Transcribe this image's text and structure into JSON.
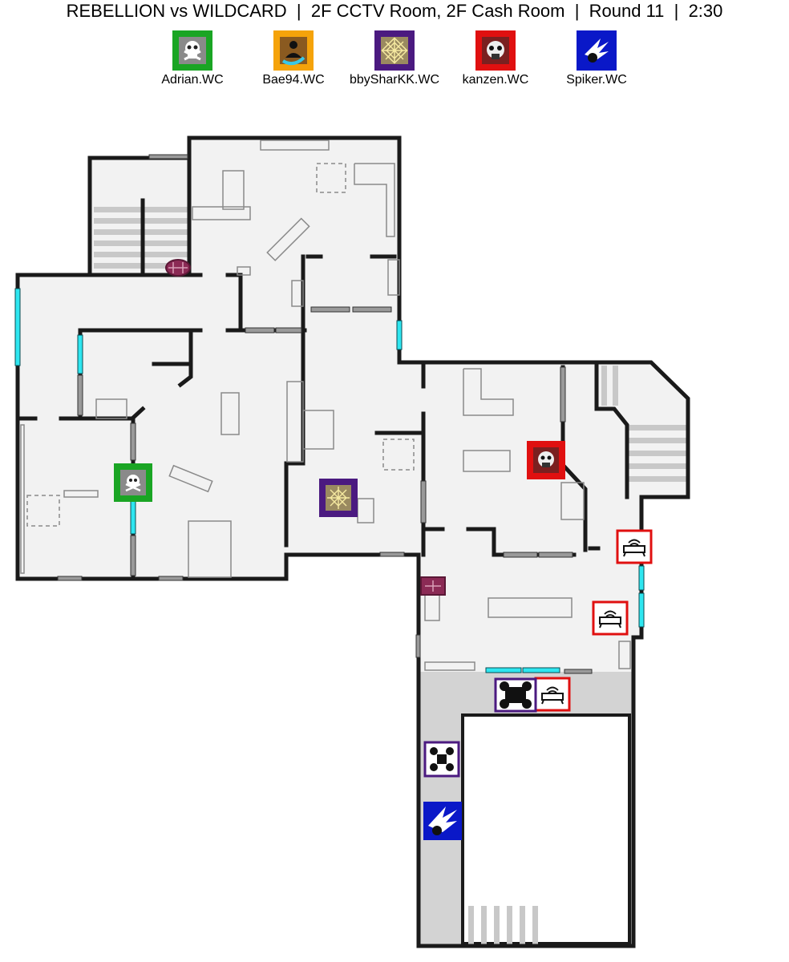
{
  "header": {
    "title": "REBELLION vs WILDCARD  |  2F CCTV Room, 2F Cash Room  |  Round 11  |  2:30"
  },
  "colors": {
    "wall": "#1a1a1a",
    "floor": "#f0f0f0",
    "hallway": "#d3d3d3",
    "window": "#2ee6f0",
    "barricade": "#9a9a9a",
    "hatch": "#8b2a55",
    "adrian": "#1aa524",
    "bae": "#f5a30a",
    "shark": "#4b1a80",
    "kanzen": "#e01010",
    "spiker": "#0a18c8"
  },
  "operators": [
    {
      "name": "Adrian.WC",
      "color": "#1aa524",
      "icon": "skull-gasmask-icon"
    },
    {
      "name": "Bae94.WC",
      "color": "#f5a30a",
      "icon": "shield-figure-icon"
    },
    {
      "name": "bbySharKK.WC",
      "color": "#4b1a80",
      "icon": "web-icon"
    },
    {
      "name": "kanzen.WC",
      "color": "#e01010",
      "icon": "gasmask-icon"
    },
    {
      "name": "Spiker.WC",
      "color": "#0a18c8",
      "icon": "winged-helmet-icon"
    }
  ]
}
